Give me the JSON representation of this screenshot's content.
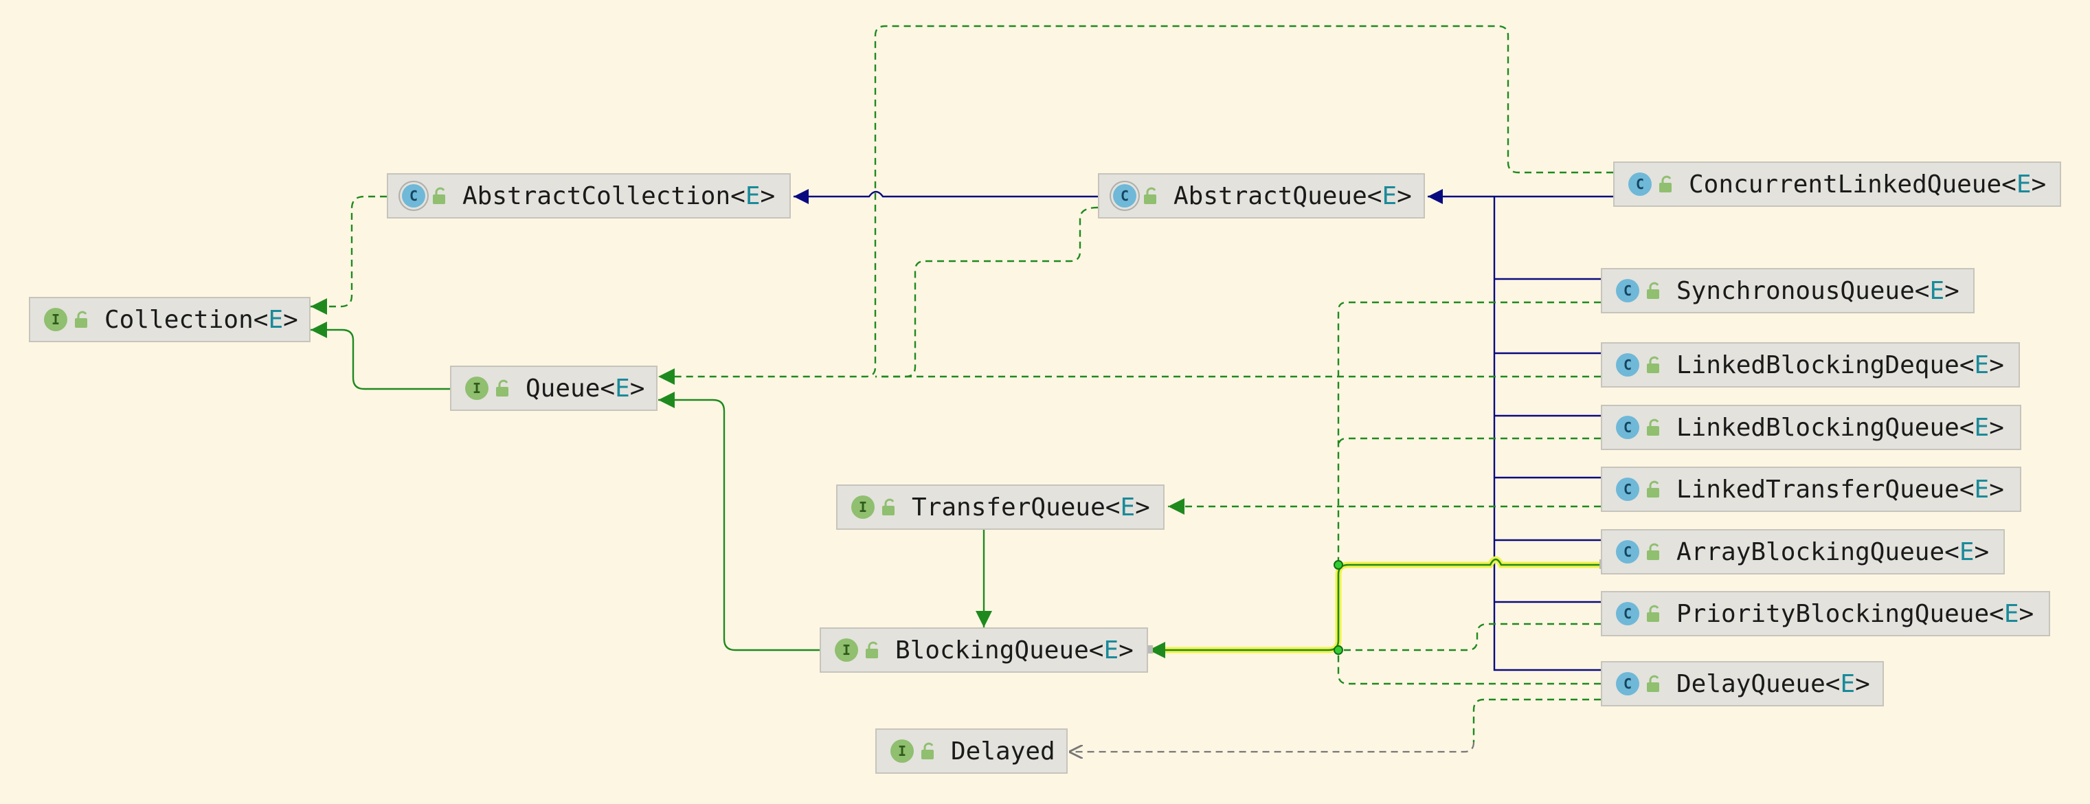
{
  "nodes": {
    "collection": {
      "kind": "I",
      "name": "Collection",
      "generic": "E"
    },
    "abstract_collection": {
      "kind": "C",
      "name": "AbstractCollection",
      "generic": "E"
    },
    "queue": {
      "kind": "I",
      "name": "Queue",
      "generic": "E"
    },
    "abstract_queue": {
      "kind": "C",
      "name": "AbstractQueue",
      "generic": "E"
    },
    "transfer_queue": {
      "kind": "I",
      "name": "TransferQueue",
      "generic": "E"
    },
    "blocking_queue": {
      "kind": "I",
      "name": "BlockingQueue",
      "generic": "E"
    },
    "delayed": {
      "kind": "I",
      "name": "Delayed",
      "generic": null
    },
    "concurrent_linked_queue": {
      "kind": "C",
      "name": "ConcurrentLinkedQueue",
      "generic": "E"
    },
    "synchronous_queue": {
      "kind": "C",
      "name": "SynchronousQueue",
      "generic": "E"
    },
    "linked_blocking_deque": {
      "kind": "C",
      "name": "LinkedBlockingDeque",
      "generic": "E"
    },
    "linked_blocking_queue": {
      "kind": "C",
      "name": "LinkedBlockingQueue",
      "generic": "E"
    },
    "linked_transfer_queue": {
      "kind": "C",
      "name": "LinkedTransferQueue",
      "generic": "E"
    },
    "array_blocking_queue": {
      "kind": "C",
      "name": "ArrayBlockingQueue",
      "generic": "E"
    },
    "priority_blocking_queue": {
      "kind": "C",
      "name": "PriorityBlockingQueue",
      "generic": "E"
    },
    "delay_queue": {
      "kind": "C",
      "name": "DelayQueue",
      "generic": "E"
    }
  },
  "colors": {
    "background": "#fdf6e3",
    "extends_edge": "#0a0a80",
    "implements_edge": "#1e8a1e",
    "dependency_edge": "#777777",
    "highlight": "#f2f24a"
  }
}
